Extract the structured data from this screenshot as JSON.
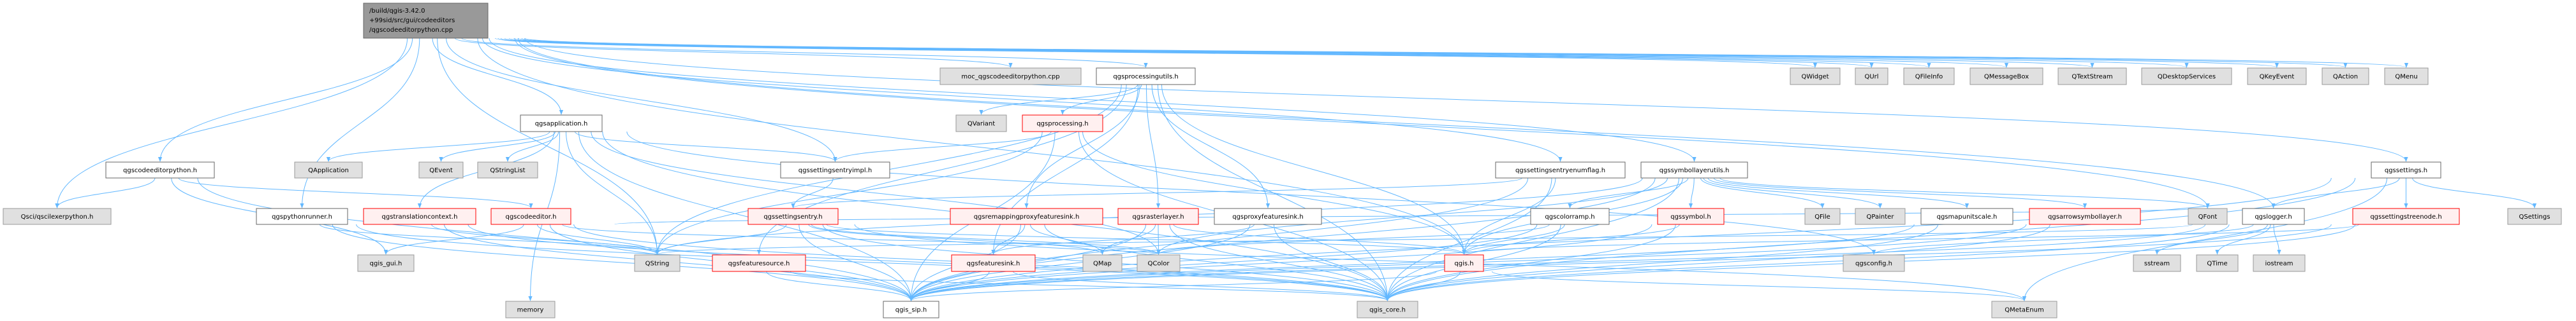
{
  "title_node": {
    "id": "main",
    "label_lines": [
      "/build/qgis-3.42.0",
      "+99sid/src/gui/codeeditors",
      "/qgscodeeditorpython.cpp"
    ],
    "style": "main"
  },
  "colors": {
    "edge": "#63b8ff",
    "main_fill": "#999999",
    "doc_fill": "#ffffff",
    "doc_stroke": "#666666",
    "undoc_fill": "#e0e0e0",
    "undoc_stroke": "#999999",
    "red_fill": "#fff0f0",
    "red_stroke": "#ff0000"
  },
  "nodes": [
    {
      "id": "qscilexer",
      "label": "Qsci/qscilexerpython.h",
      "style": "undoc"
    },
    {
      "id": "codeeditorpython",
      "label": "qgscodeeditorpython.h",
      "style": "doc"
    },
    {
      "id": "application",
      "label": "qgsapplication.h",
      "style": "doc"
    },
    {
      "id": "qapplication",
      "label": "QApplication",
      "style": "undoc"
    },
    {
      "id": "qevent",
      "label": "QEvent",
      "style": "undoc"
    },
    {
      "id": "qstringlist",
      "label": "QStringList",
      "style": "undoc"
    },
    {
      "id": "pythonrunner",
      "label": "qgspythonrunner.h",
      "style": "doc"
    },
    {
      "id": "translationcontext",
      "label": "qgstranslationcontext.h",
      "style": "red"
    },
    {
      "id": "codeeditor",
      "label": "qgscodeeditor.h",
      "style": "red"
    },
    {
      "id": "qgis_gui",
      "label": "qgis_gui.h",
      "style": "undoc"
    },
    {
      "id": "memory",
      "label": "memory",
      "style": "undoc"
    },
    {
      "id": "moc",
      "label": "moc_qgscodeeditorpython.cpp",
      "style": "undoc"
    },
    {
      "id": "processingutils",
      "label": "qgsprocessingutils.h",
      "style": "doc"
    },
    {
      "id": "qvariant",
      "label": "QVariant",
      "style": "undoc"
    },
    {
      "id": "processing",
      "label": "qgsprocessing.h",
      "style": "red"
    },
    {
      "id": "settingsentryimpl",
      "label": "qgssettingsentryimpl.h",
      "style": "doc"
    },
    {
      "id": "settingsentry",
      "label": "qgssettingsentry.h",
      "style": "red"
    },
    {
      "id": "remapping",
      "label": "qgsremappingproxyfeaturesink.h",
      "style": "red"
    },
    {
      "id": "rasterlayer",
      "label": "qgsrasterlayer.h",
      "style": "red"
    },
    {
      "id": "proxyfeaturesink",
      "label": "qgsproxyfeaturesink.h",
      "style": "doc"
    },
    {
      "id": "qstring",
      "label": "QString",
      "style": "undoc"
    },
    {
      "id": "featuresource",
      "label": "qgsfeaturesource.h",
      "style": "red"
    },
    {
      "id": "featuresink",
      "label": "qgsfeaturesink.h",
      "style": "red"
    },
    {
      "id": "qmap",
      "label": "QMap",
      "style": "undoc"
    },
    {
      "id": "qcolor",
      "label": "QColor",
      "style": "undoc"
    },
    {
      "id": "qgis_sip",
      "label": "qgis_sip.h",
      "style": "doc"
    },
    {
      "id": "qwidget",
      "label": "QWidget",
      "style": "undoc"
    },
    {
      "id": "qurl",
      "label": "QUrl",
      "style": "undoc"
    },
    {
      "id": "qfileinfo",
      "label": "QFileInfo",
      "style": "undoc"
    },
    {
      "id": "enumflag",
      "label": "qgssettingsentryenumflag.h",
      "style": "doc"
    },
    {
      "id": "symbollayerutils",
      "label": "qgssymbollayerutils.h",
      "style": "doc"
    },
    {
      "id": "colorramp",
      "label": "qgscolorramp.h",
      "style": "doc"
    },
    {
      "id": "symbol",
      "label": "qgssymbol.h",
      "style": "red"
    },
    {
      "id": "qfile",
      "label": "QFile",
      "style": "undoc"
    },
    {
      "id": "qpainter",
      "label": "QPainter",
      "style": "undoc"
    },
    {
      "id": "qgis",
      "label": "qgis.h",
      "style": "red"
    },
    {
      "id": "qgsconfig",
      "label": "qgsconfig.h",
      "style": "undoc"
    },
    {
      "id": "qgis_core",
      "label": "qgis_core.h",
      "style": "undoc"
    },
    {
      "id": "qmessagebox",
      "label": "QMessageBox",
      "style": "undoc"
    },
    {
      "id": "qtextstream",
      "label": "QTextStream",
      "style": "undoc"
    },
    {
      "id": "qdesktopservices",
      "label": "QDesktopServices",
      "style": "undoc"
    },
    {
      "id": "qkeyevent",
      "label": "QKeyEvent",
      "style": "undoc"
    },
    {
      "id": "qaction",
      "label": "QAction",
      "style": "undoc"
    },
    {
      "id": "qmenu",
      "label": "QMenu",
      "style": "undoc"
    },
    {
      "id": "settings",
      "label": "qgssettings.h",
      "style": "doc"
    },
    {
      "id": "mapunitscale",
      "label": "qgsmapunitscale.h",
      "style": "doc"
    },
    {
      "id": "arrowsymbollayer",
      "label": "qgsarrowsymbollayer.h",
      "style": "red"
    },
    {
      "id": "qfont",
      "label": "QFont",
      "style": "undoc"
    },
    {
      "id": "logger",
      "label": "qgslogger.h",
      "style": "doc"
    },
    {
      "id": "settingstreenode",
      "label": "qgssettingstreenode.h",
      "style": "red"
    },
    {
      "id": "qsettings",
      "label": "QSettings",
      "style": "undoc"
    },
    {
      "id": "sstream",
      "label": "sstream",
      "style": "undoc"
    },
    {
      "id": "qtime",
      "label": "QTime",
      "style": "undoc"
    },
    {
      "id": "iostream",
      "label": "iostream",
      "style": "undoc"
    },
    {
      "id": "qmetaenum",
      "label": "QMetaEnum",
      "style": "undoc"
    }
  ],
  "edges": [
    [
      "main",
      "qscilexer"
    ],
    [
      "main",
      "codeeditorpython"
    ],
    [
      "main",
      "application"
    ],
    [
      "main",
      "pythonrunner"
    ],
    [
      "main",
      "moc"
    ],
    [
      "main",
      "processingutils"
    ],
    [
      "main",
      "settingsentryimpl"
    ],
    [
      "main",
      "qstring"
    ],
    [
      "main",
      "qgis"
    ],
    [
      "main",
      "enumflag"
    ],
    [
      "main",
      "symbollayerutils"
    ],
    [
      "main",
      "qwidget"
    ],
    [
      "main",
      "qurl"
    ],
    [
      "main",
      "qfileinfo"
    ],
    [
      "main",
      "qmessagebox"
    ],
    [
      "main",
      "qtextstream"
    ],
    [
      "main",
      "qdesktopservices"
    ],
    [
      "main",
      "qkeyevent"
    ],
    [
      "main",
      "qaction"
    ],
    [
      "main",
      "qmenu"
    ],
    [
      "main",
      "settings"
    ],
    [
      "main",
      "logger"
    ],
    [
      "main",
      "qfont"
    ],
    [
      "codeeditorpython",
      "qscilexer"
    ],
    [
      "codeeditorpython",
      "codeeditor"
    ],
    [
      "codeeditorpython",
      "qgis_gui"
    ],
    [
      "codeeditorpython",
      "qgis_sip"
    ],
    [
      "application",
      "qapplication"
    ],
    [
      "application",
      "qevent"
    ],
    [
      "application",
      "qstringlist"
    ],
    [
      "application",
      "translationcontext"
    ],
    [
      "application",
      "qgis_core"
    ],
    [
      "application",
      "qgis_sip"
    ],
    [
      "application",
      "qstring"
    ],
    [
      "application",
      "settingsentryimpl"
    ],
    [
      "application",
      "qgsconfig"
    ],
    [
      "application",
      "qcolor"
    ],
    [
      "application",
      "memory"
    ],
    [
      "pythonrunner",
      "qgis_core"
    ],
    [
      "pythonrunner",
      "qgis_sip"
    ],
    [
      "pythonrunner",
      "qstring"
    ],
    [
      "translationcontext",
      "qgis_core"
    ],
    [
      "translationcontext",
      "qgis_sip"
    ],
    [
      "translationcontext",
      "qstring"
    ],
    [
      "codeeditor",
      "qgis_gui"
    ],
    [
      "codeeditor",
      "qgis_sip"
    ],
    [
      "codeeditor",
      "qstring"
    ],
    [
      "codeeditor",
      "qgis_core"
    ],
    [
      "codeeditor",
      "qcolor"
    ],
    [
      "codeeditor",
      "qfont"
    ],
    [
      "processingutils",
      "qvariant"
    ],
    [
      "processingutils",
      "processing"
    ],
    [
      "processingutils",
      "qstring"
    ],
    [
      "processingutils",
      "featuresource"
    ],
    [
      "processingutils",
      "featuresink"
    ],
    [
      "processingutils",
      "remapping"
    ],
    [
      "processingutils",
      "rasterlayer"
    ],
    [
      "processingutils",
      "proxyfeaturesink"
    ],
    [
      "processingutils",
      "qgis_core"
    ],
    [
      "processingutils",
      "qgis"
    ],
    [
      "processing",
      "settingsentryimpl"
    ],
    [
      "processing",
      "qstring"
    ],
    [
      "processing",
      "qgis_sip"
    ],
    [
      "processing",
      "qgis_core"
    ],
    [
      "processing",
      "qgis"
    ],
    [
      "settingsentryimpl",
      "settingsentry"
    ],
    [
      "settingsentry",
      "qstring"
    ],
    [
      "settingsentry",
      "qgis_sip"
    ],
    [
      "settingsentry",
      "qgis_core"
    ],
    [
      "settingsentry",
      "qgis"
    ],
    [
      "settingsentry",
      "qmap"
    ],
    [
      "settingsentry",
      "qcolor"
    ],
    [
      "settingsentry",
      "qmetaenum"
    ],
    [
      "remapping",
      "featuresink"
    ],
    [
      "remapping",
      "qgis_core"
    ],
    [
      "remapping",
      "qgis_sip"
    ],
    [
      "remapping",
      "qmap"
    ],
    [
      "rasterlayer",
      "qmap"
    ],
    [
      "rasterlayer",
      "qcolor"
    ],
    [
      "rasterlayer",
      "qgis_core"
    ],
    [
      "rasterlayer",
      "qgis_sip"
    ],
    [
      "rasterlayer",
      "qgis"
    ],
    [
      "proxyfeaturesink",
      "featuresink"
    ],
    [
      "proxyfeaturesink",
      "qgis_core"
    ],
    [
      "proxyfeaturesink",
      "qgis_sip"
    ],
    [
      "featuresource",
      "qgis_sip"
    ],
    [
      "featuresource",
      "qgis_core"
    ],
    [
      "featuresink",
      "qgis_sip"
    ],
    [
      "featuresink",
      "qgis_core"
    ],
    [
      "enumflag",
      "settingsentry"
    ],
    [
      "enumflag",
      "qgis"
    ],
    [
      "enumflag",
      "qgis_core"
    ],
    [
      "enumflag",
      "qgis_sip"
    ],
    [
      "symbollayerutils",
      "colorramp"
    ],
    [
      "symbollayerutils",
      "symbol"
    ],
    [
      "symbollayerutils",
      "qfile"
    ],
    [
      "symbollayerutils",
      "qpainter"
    ],
    [
      "symbollayerutils",
      "qgis"
    ],
    [
      "symbollayerutils",
      "qgis_core"
    ],
    [
      "symbollayerutils",
      "qgis_sip"
    ],
    [
      "symbollayerutils",
      "mapunitscale"
    ],
    [
      "symbollayerutils",
      "arrowsymbollayer"
    ],
    [
      "symbollayerutils",
      "qfont"
    ],
    [
      "symbollayerutils",
      "qcolor"
    ],
    [
      "symbollayerutils",
      "qstring"
    ],
    [
      "colorramp",
      "qcolor"
    ],
    [
      "colorramp",
      "qgis"
    ],
    [
      "colorramp",
      "qgis_core"
    ],
    [
      "colorramp",
      "qgis_sip"
    ],
    [
      "symbol",
      "qgis"
    ],
    [
      "symbol",
      "qgis_core"
    ],
    [
      "symbol",
      "qgis_sip"
    ],
    [
      "qgis",
      "qgis_core"
    ],
    [
      "qgis",
      "qgis_sip"
    ],
    [
      "qgis",
      "qmetaenum"
    ],
    [
      "mapunitscale",
      "qgis_core"
    ],
    [
      "mapunitscale",
      "qgis_sip"
    ],
    [
      "arrowsymbollayer",
      "qgis_core"
    ],
    [
      "arrowsymbollayer",
      "qgis_sip"
    ],
    [
      "logger",
      "sstream"
    ],
    [
      "logger",
      "qtime"
    ],
    [
      "logger",
      "iostream"
    ],
    [
      "logger",
      "qgis_core"
    ],
    [
      "logger",
      "qgis_sip"
    ],
    [
      "logger",
      "qgsconfig"
    ],
    [
      "logger",
      "qstring"
    ],
    [
      "settings",
      "logger"
    ],
    [
      "settings",
      "settingstreenode"
    ],
    [
      "settings",
      "qsettings"
    ],
    [
      "settings",
      "qmetaenum"
    ],
    [
      "settings",
      "qgis_core"
    ],
    [
      "settings",
      "qgis_sip"
    ],
    [
      "settingstreenode",
      "qgis_core"
    ],
    [
      "settingstreenode",
      "qgis_sip"
    ],
    [
      "settingstreenode",
      "qgis"
    ]
  ]
}
